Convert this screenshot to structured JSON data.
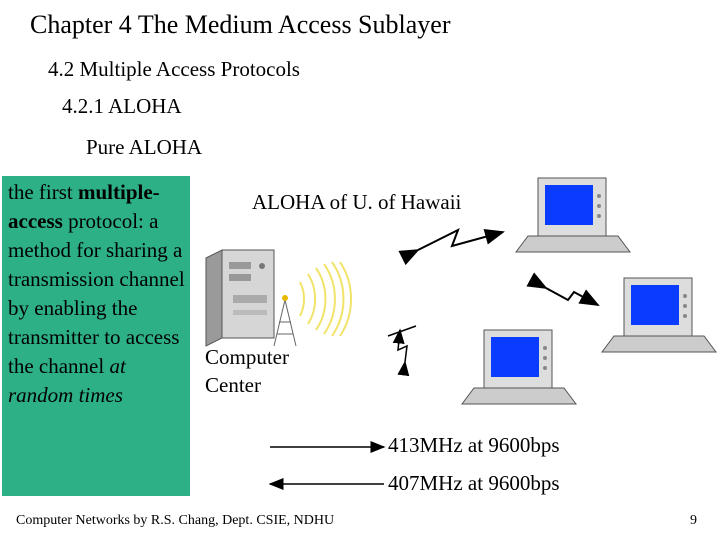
{
  "slide": {
    "title": "Chapter 4 The Medium Access Sublayer",
    "section": "4.2 Multiple Access Protocols",
    "subsection": "4.2.1 ALOHA",
    "topic": "Pure ALOHA"
  },
  "definition": {
    "part1": "the first ",
    "bold": "multiple-access",
    "part2": " protocol: a method for sharing a transmission channel by enabling the transmitter to access the channel ",
    "italic": "at random times"
  },
  "diagram": {
    "label": "ALOHA of U. of Hawaii",
    "center_line1": "Computer",
    "center_line2": "Center",
    "freq_out": "413MHz at 9600bps",
    "freq_in": "407MHz at 9600bps"
  },
  "footer": {
    "credit": "Computer Networks by R.S. Chang, Dept. CSIE, NDHU",
    "page": "9"
  },
  "colors": {
    "highlight_green": "#2db086",
    "screen_blue": "#0a3cff",
    "wave_yellow": "#f2e36a"
  }
}
